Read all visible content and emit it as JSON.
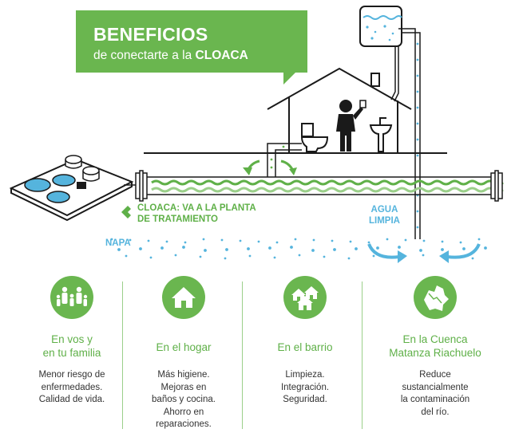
{
  "header": {
    "title": "BENEFICIOS",
    "subtitle_prefix": "de conectarte a la ",
    "subtitle_bold": "CLOACA"
  },
  "diagram_labels": {
    "cloaca_line1": "CLOACA: VA A LA PLANTA",
    "cloaca_line2": "DE TRATAMIENTO",
    "agua_line1": "AGUA",
    "agua_line2": "LIMPIA",
    "napa": "NAPA"
  },
  "colors": {
    "green": "#5fb048",
    "light_green": "#9bcf8a",
    "blue": "#55b4dd",
    "dark": "#1a1a1a"
  },
  "benefits": [
    {
      "icon": "family-icon",
      "title_line1": "En vos y",
      "title_line2": "en tu familia",
      "lines": [
        "Menor riesgo de",
        "enfermedades.",
        "Calidad de vida."
      ]
    },
    {
      "icon": "house-icon",
      "title_line1": "En el hogar",
      "title_line2": "",
      "lines": [
        "Más higiene.",
        "Mejoras en",
        "baños y cocina.",
        "Ahorro en",
        "reparaciones."
      ]
    },
    {
      "icon": "neighborhood-icon",
      "title_line1": "En el barrio",
      "title_line2": "",
      "lines": [
        "Limpieza.",
        "Integración.",
        "Seguridad."
      ]
    },
    {
      "icon": "map-icon",
      "title_line1": "En la Cuenca",
      "title_line2": "Matanza Riachuelo",
      "lines": [
        "Reduce",
        "sustancialmente",
        "la contaminación",
        "del río."
      ]
    }
  ]
}
